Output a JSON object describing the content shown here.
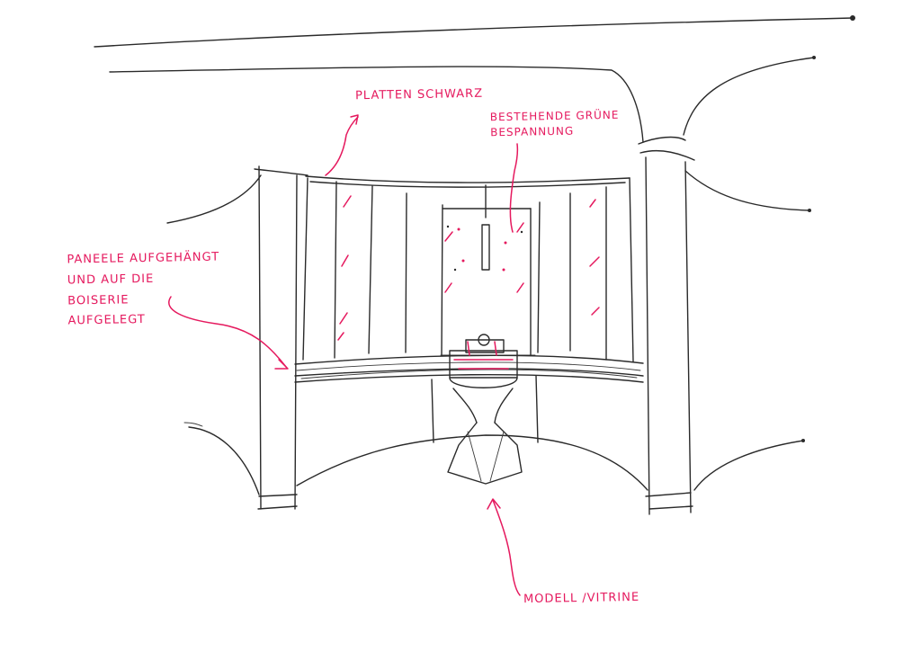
{
  "annotations": {
    "platten": "PLATTEN SCHWARZ",
    "bestehende": "BESTEHENDE GRÜNE\nBESPANNUNG",
    "paneele": "PANEELE AUFGEHÄNGT\nUND AUF DIE\nBOISERIE\nAUFGELEGT",
    "modell": "MODELL /VITRINE"
  },
  "colors": {
    "ink": "#2a2a2a",
    "annotation": "#e5195e",
    "background": "#ffffff"
  }
}
